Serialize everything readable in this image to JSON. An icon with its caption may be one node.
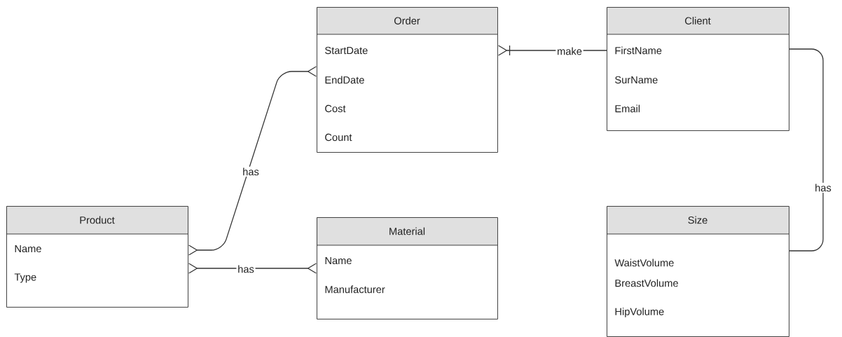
{
  "diagram": {
    "nodes": [
      {
        "text": [
          "Order",
          "StartDate",
          "EndDate",
          "Cost",
          "Count"
        ]
      },
      {
        "text": [
          "Client",
          "FirstName",
          "SurName",
          "Email"
        ]
      },
      {
        "text": [
          "Product",
          "Name",
          "Type"
        ]
      },
      {
        "text": [
          "Material",
          "Name",
          "Manufacturer"
        ]
      },
      {
        "text": [
          "Size",
          "WaistVolume",
          "BreastVolume",
          "HipVolume"
        ]
      }
    ],
    "edges": [
      {
        "from": 1,
        "to": 0,
        "arrow": "other",
        "label": "make"
      },
      {
        "from": 2,
        "to": 0,
        "arrow": "other",
        "label": "has"
      },
      {
        "from": 2,
        "to": 3,
        "arrow": "other",
        "label": "has"
      },
      {
        "from": 1,
        "to": 4,
        "arrow": "none",
        "label": "has"
      }
    ]
  }
}
